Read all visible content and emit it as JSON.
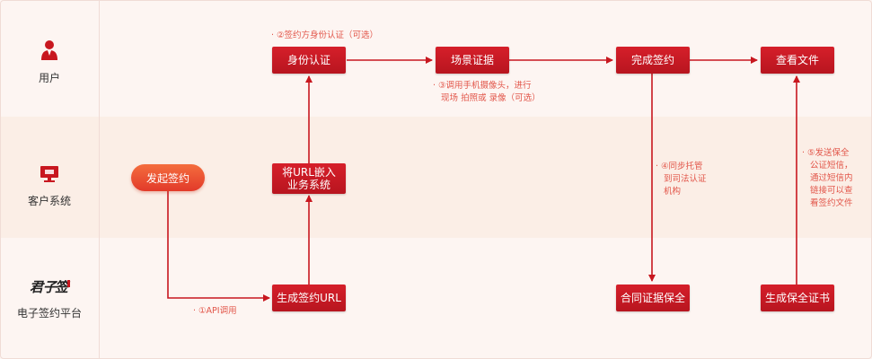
{
  "lanes": {
    "user": "用户",
    "client": "客户系统",
    "platform": "电子签约平台"
  },
  "logo": {
    "text": "君子签"
  },
  "nodes": {
    "identity": "身份认证",
    "scene": "场景证据",
    "complete": "完成签约",
    "view": "查看文件",
    "embed": "将URL嵌入\n业务系统",
    "initiate": "发起签约",
    "genurl": "生成签约URL",
    "contract": "合同证据保全",
    "cert": "生成保全证书"
  },
  "notes": {
    "n1": "· ①API调用",
    "n2": "· ②签约方身份认证（可选）",
    "n3": "· ③调用手机摄像头，进行\n   现场 拍照或 录像（可选）",
    "n4": "· ④同步托管\n   到司法认证\n   机构",
    "n5": "· ⑤发送保全\n   公证短信，\n   通过短信内\n   链接可以查\n   看签约文件"
  },
  "colors": {
    "accent": "#c8171f",
    "note": "#e2564a",
    "line": "#c8171f"
  },
  "icons": {
    "user": "user-icon",
    "client": "monitor-icon"
  }
}
